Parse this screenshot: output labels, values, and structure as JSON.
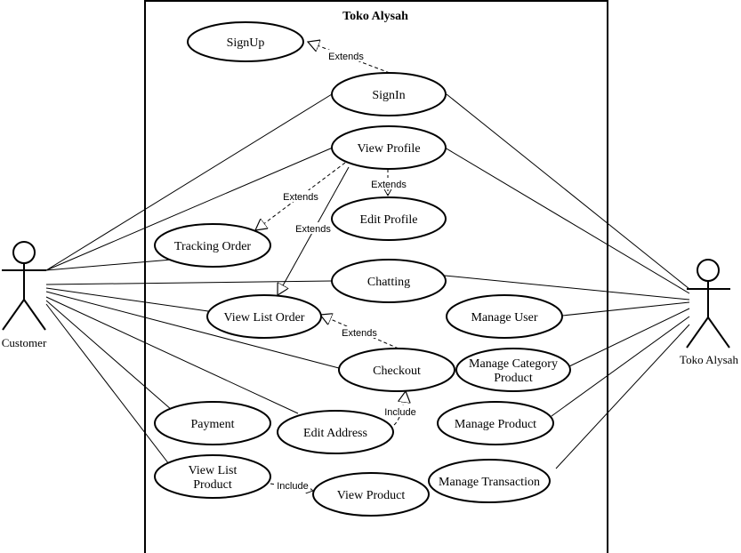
{
  "system": {
    "title": "Toko Alysah"
  },
  "actors": {
    "customer": "Customer",
    "admin": "Toko Alysah"
  },
  "use_cases": {
    "signup": "SignUp",
    "signin": "SignIn",
    "view_profile": "View Profile",
    "edit_profile": "Edit Profile",
    "tracking_order": "Tracking Order",
    "chatting": "Chatting",
    "view_list_order": "View List Order",
    "manage_user": "Manage User",
    "checkout": "Checkout",
    "manage_category_product": [
      "Manage Category",
      "Product"
    ],
    "payment": "Payment",
    "edit_address": "Edit Address",
    "manage_product": "Manage Product",
    "view_list_product": [
      "View List",
      "Product"
    ],
    "view_product": "View Product",
    "manage_transaction": "Manage Transaction"
  },
  "relations": {
    "extends": "Extends",
    "include": "Include"
  }
}
